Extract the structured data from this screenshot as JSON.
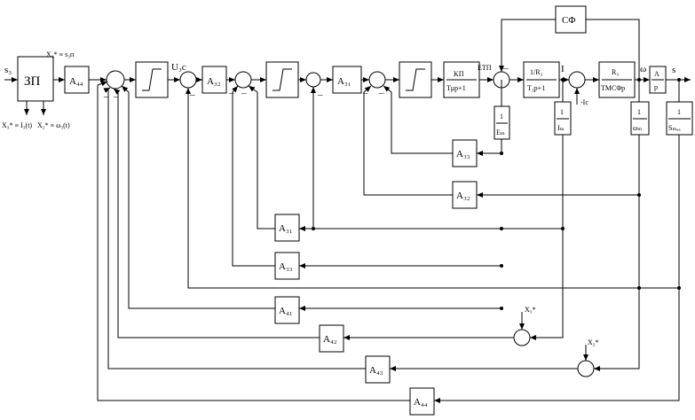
{
  "input_label": "s₃",
  "output_label": "s",
  "zp_block": "ЗП",
  "out_x1_star": "X₁* ≡ s₃п",
  "out_x3_star": "X₃* ≡ I₃(t)",
  "out_x2_star": "X₂* ≡ ω₃(t)",
  "u_zs": "U₃с",
  "top": {
    "A44": "A₄₄",
    "A32": "A₃₂",
    "A31": "A₃₁",
    "conv_num": "KП",
    "conv_den": "Tμp+1",
    "E_tp": "EТП",
    "arm_num": "1/R₃",
    "arm_den": "T₃p+1",
    "I_label": "I",
    "Ic_label": "-Iс",
    "mech_num": "R₃",
    "mech_den": "TМCΦp",
    "omega": "ω",
    "int_num": "A",
    "int_den": "p",
    "cphi": "CΦ"
  },
  "norm": {
    "em_num": "1",
    "em_den": "Eₘ",
    "im_num": "1",
    "im_den": "Iₘ",
    "wm_num": "1",
    "wm_den": "ωₘ",
    "sm_num": "1",
    "sm_den": "Sₘₐₓ"
  },
  "feedback": {
    "A33a": "A₃₃",
    "A32": "A₃₂",
    "A31": "A₃₁",
    "A33b": "A₃₃",
    "A41": "A₄₁",
    "A42": "A₄₂",
    "A43": "A₄₃",
    "A44": "A₄₄",
    "X3": "X₃*",
    "X2": "X₂*"
  }
}
